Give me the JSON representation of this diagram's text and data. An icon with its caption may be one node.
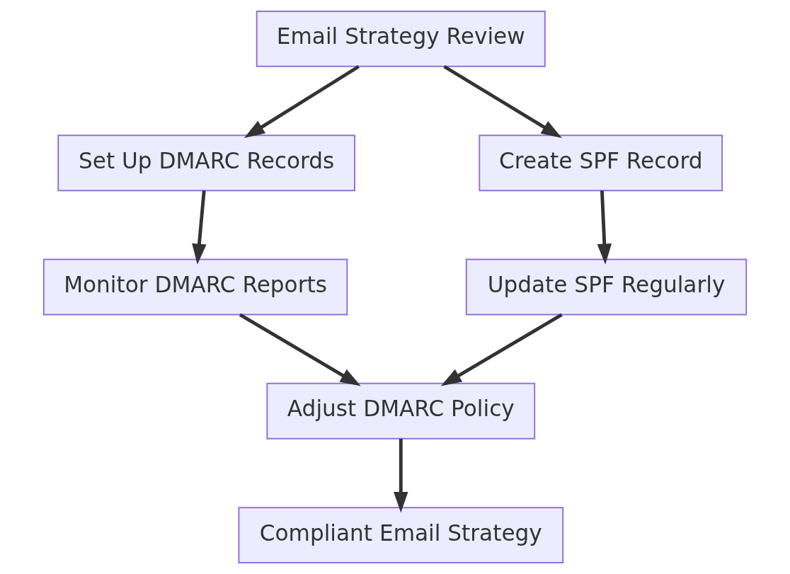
{
  "diagram": {
    "nodes": [
      {
        "text": [
          "Email Strategy Review"
        ]
      },
      {
        "text": [
          "Set Up DMARC Records"
        ]
      },
      {
        "text": [
          "Create SPF Record"
        ]
      },
      {
        "text": [
          "Monitor DMARC Reports"
        ]
      },
      {
        "text": [
          "Update SPF Regularly"
        ]
      },
      {
        "text": [
          "Adjust DMARC Policy"
        ]
      },
      {
        "text": [
          "Compliant Email Strategy"
        ]
      }
    ],
    "edges": [
      {
        "from": 0,
        "to": 1,
        "arrow": "to"
      },
      {
        "from": 0,
        "to": 2,
        "arrow": "to"
      },
      {
        "from": 1,
        "to": 3,
        "arrow": "to"
      },
      {
        "from": 2,
        "to": 4,
        "arrow": "to"
      },
      {
        "from": 3,
        "to": 5,
        "arrow": "to"
      },
      {
        "from": 4,
        "to": 5,
        "arrow": "to"
      },
      {
        "from": 5,
        "to": 6,
        "arrow": "to"
      }
    ]
  }
}
